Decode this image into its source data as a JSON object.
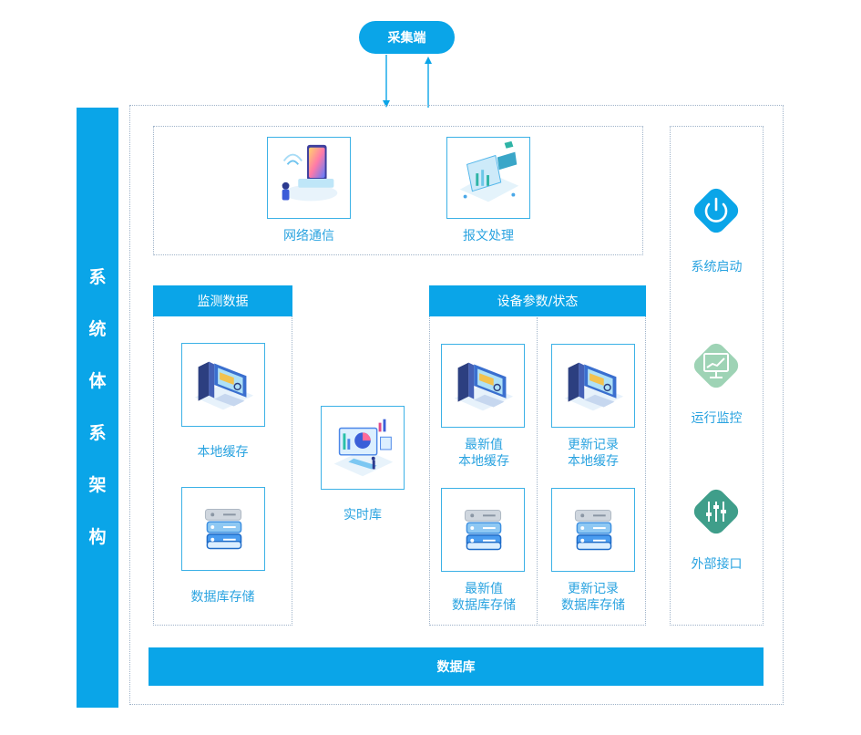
{
  "top_node": {
    "label": "采集端"
  },
  "side_title": {
    "chars": [
      "系",
      "统",
      "体",
      "系",
      "架",
      "构"
    ]
  },
  "comm_group": {
    "items": [
      {
        "label": "网络通信",
        "icon": "mobile-network-illustration-icon"
      },
      {
        "label": "报文处理",
        "icon": "data-processing-illustration-icon"
      }
    ]
  },
  "monitor_group": {
    "title": "监测数据",
    "items": [
      {
        "label": "本地缓存",
        "icon": "computer-icon"
      },
      {
        "label": "数据库存储",
        "icon": "server-stack-icon"
      }
    ]
  },
  "realtime": {
    "label": "实时库",
    "icon": "dashboard-illustration-icon"
  },
  "device_group": {
    "title": "设备参数/状态",
    "items": [
      {
        "label_lines": [
          "最新值",
          "本地缓存"
        ],
        "icon": "computer-icon"
      },
      {
        "label_lines": [
          "更新记录",
          "本地缓存"
        ],
        "icon": "computer-icon"
      },
      {
        "label_lines": [
          "最新值",
          "数据库存储"
        ],
        "icon": "server-stack-icon"
      },
      {
        "label_lines": [
          "更新记录",
          "数据库存储"
        ],
        "icon": "server-stack-icon"
      }
    ]
  },
  "right_panel": {
    "items": [
      {
        "label": "系统启动",
        "icon": "power-icon",
        "color": "#0aa5e8"
      },
      {
        "label": "运行监控",
        "icon": "monitor-chart-icon",
        "color": "#9ed3b5"
      },
      {
        "label": "外部接口",
        "icon": "sliders-icon",
        "color": "#3f9e8a"
      }
    ]
  },
  "bottom_bar": {
    "label": "数据库"
  },
  "colors": {
    "primary": "#0aa5e8",
    "label_text": "#2aa3e0",
    "dotted_border": "#9fb3c9"
  }
}
